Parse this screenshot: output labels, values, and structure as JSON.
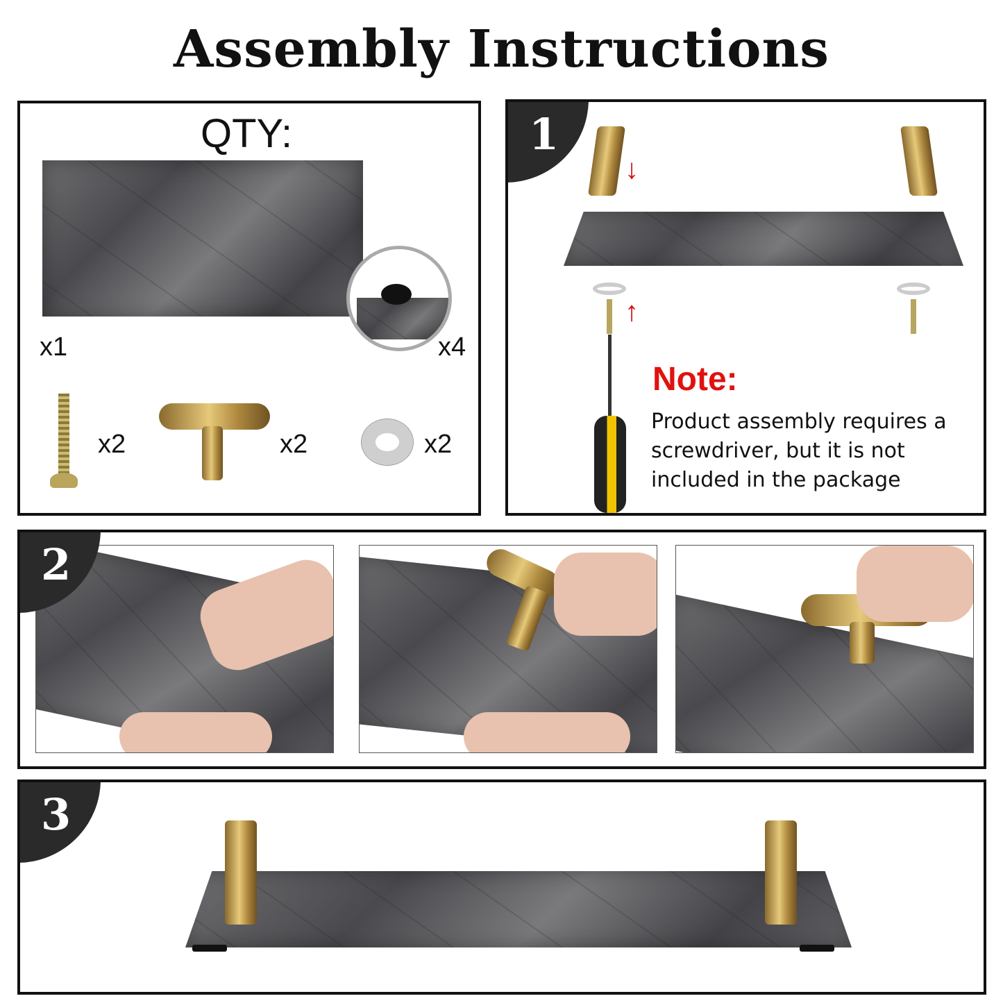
{
  "title": "Assembly Instructions",
  "qty": {
    "heading": "QTY:",
    "items": [
      {
        "name": "marble-tray",
        "count": "x1"
      },
      {
        "name": "felt-pad",
        "count": "x4"
      },
      {
        "name": "screw",
        "count": "x2"
      },
      {
        "name": "handle",
        "count": "x2"
      },
      {
        "name": "washer",
        "count": "x2"
      }
    ]
  },
  "steps": [
    {
      "number": "1"
    },
    {
      "number": "2"
    },
    {
      "number": "3"
    }
  ],
  "note": {
    "title": "Note:",
    "text": "Product assembly requires a screwdriver, but it is not included in the package"
  },
  "colors": {
    "note": "#e0120f",
    "step_badge": "#2a2a2a",
    "gold": "#c9a55a"
  }
}
